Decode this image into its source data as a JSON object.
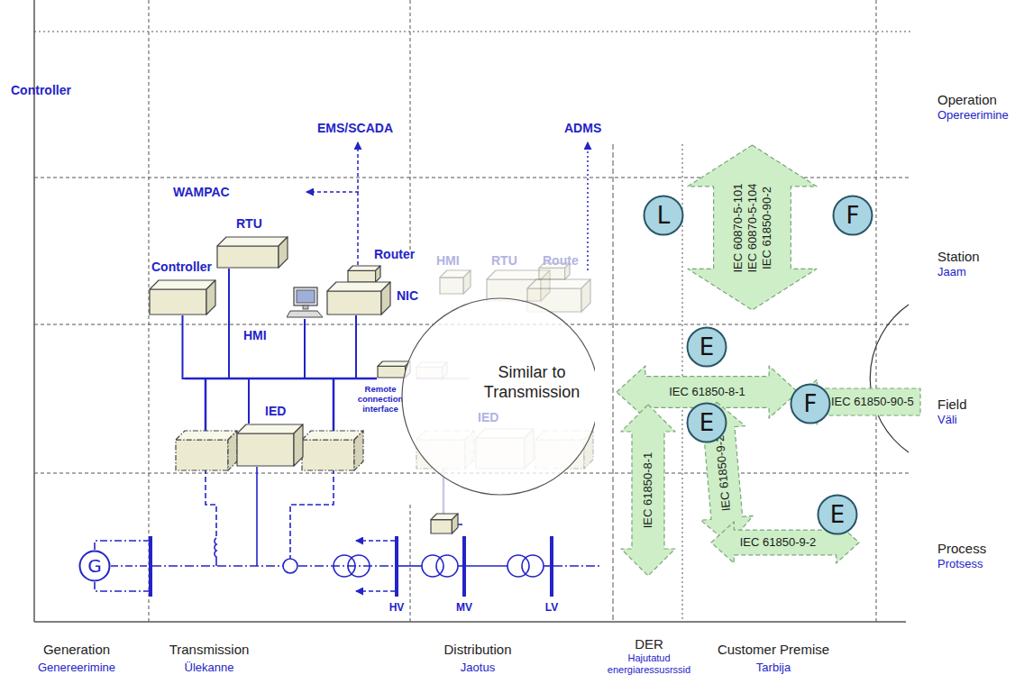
{
  "diagram": {
    "nodes": [
      {
        "text": [
          "Controller"
        ]
      },
      {
        "text": [
          "RTU"
        ]
      },
      {
        "text": [
          "HMI"
        ]
      },
      {
        "text": [
          "Router"
        ]
      },
      {
        "text": [
          "NIC"
        ]
      },
      {
        "text": [
          "Remote connection interface"
        ]
      },
      {
        "text": [
          "IED"
        ]
      },
      {
        "text": [
          "Similar to Transmission"
        ]
      },
      {
        "text": [
          "G"
        ]
      },
      {
        "text": [
          "L"
        ]
      },
      {
        "text": [
          "F"
        ]
      },
      {
        "text": [
          "IEC 60870-5-101",
          "IEC 60870-5-104",
          "IEC 61850-90-2"
        ]
      },
      {
        "text": [
          "E"
        ]
      },
      {
        "text": [
          "IEC 61850-8-1"
        ]
      },
      {
        "text": [
          "F"
        ]
      },
      {
        "text": [
          "IEC 61850-90-5"
        ]
      },
      {
        "text": [
          "E"
        ]
      },
      {
        "text": [
          "IEC 61850-8-1"
        ]
      },
      {
        "text": [
          "IEC 61850-9-2"
        ]
      },
      {
        "text": [
          "IEC 61850-9-2"
        ]
      },
      {
        "text": [
          "E"
        ]
      }
    ],
    "edges": [
      {
        "from": 0,
        "to": 6,
        "arrow": "none"
      },
      {
        "from": 1,
        "to": 6,
        "arrow": "none"
      },
      {
        "from": 2,
        "to": 6,
        "arrow": "none"
      },
      {
        "from": 4,
        "to": 6,
        "arrow": "none"
      },
      {
        "from": 5,
        "to": 6,
        "arrow": "none"
      }
    ],
    "labels": [
      "Controller",
      "EMS/SCADA",
      "ADMS",
      "WAMPAC",
      "HMI",
      "RTU",
      "Route",
      "IED",
      "HV",
      "MV",
      "LV",
      "Operation",
      "Opereerimine",
      "Station",
      "Jaam",
      "Field",
      "Väli",
      "Process",
      "Protsess",
      "Generation",
      "Genereerimine",
      "Transmission",
      "Ülekanne",
      "Distribution",
      "Jaotus",
      "DER",
      "Hajutatud energiaressusrssid",
      "Customer Premise",
      "Tarbija"
    ]
  }
}
